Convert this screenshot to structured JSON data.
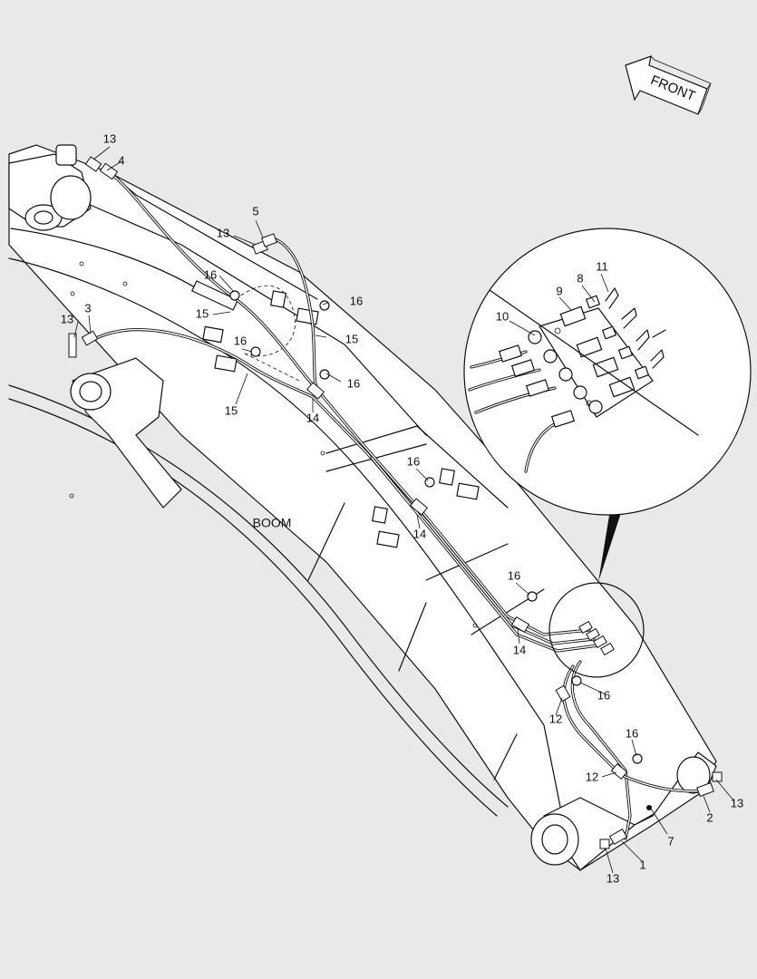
{
  "diagram": {
    "direction_label": "FRONT",
    "part_label": "BOOM",
    "callouts": {
      "c1": "1",
      "c2": "2",
      "c3": "3",
      "c4": "4",
      "c5": "5",
      "c7": "7",
      "c8": "8",
      "c9": "9",
      "c10": "10",
      "c11": "11",
      "c12": "12",
      "c13": "13",
      "c14": "14",
      "c15": "15",
      "c16": "16"
    }
  }
}
